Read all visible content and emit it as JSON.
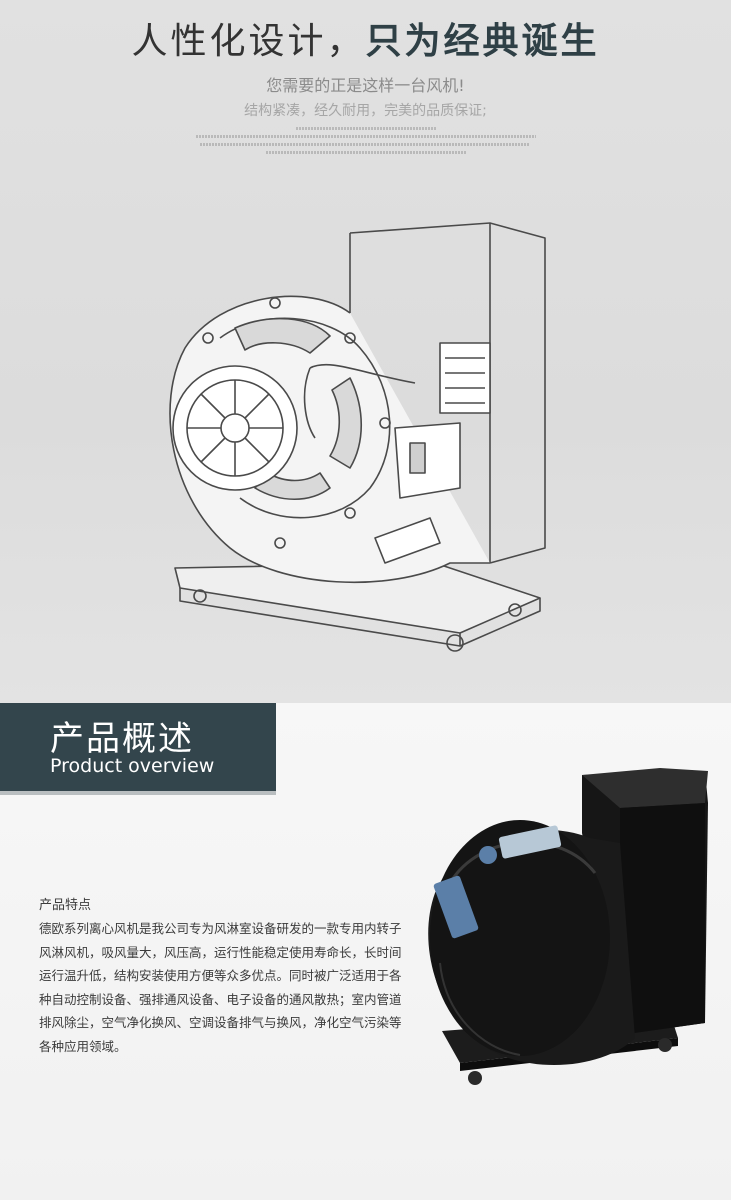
{
  "hero": {
    "headline_light": "人性化设计，",
    "headline_bold": "只为经典诞生",
    "subtitle": "您需要的正是这样一台风机!",
    "tagline": "结构紧凑，经久耐用，完美的品质保证;",
    "colors": {
      "headline_accent": "#2f4046",
      "subtitle": "#8b8b8b"
    }
  },
  "overview": {
    "title_cn": "产品概述",
    "title_en": "Product overview",
    "feature_title": "产品特点",
    "description": "德欧系列离心风机是我公司专为风淋室设备研发的一款专用内转子风淋风机，吸风量大，风压高，运行性能稳定使用寿命长，长时间运行温升低，结构安装使用方便等众多优点。同时被广泛适用于各种自动控制设备、强排通风设备、电子设备的通风散热；室内管道排风除尘，空气净化换风、空调设备排气与换风，净化空气污染等各种应用领域。",
    "colors": {
      "banner": "#33454c",
      "text": "#3b3b3b"
    }
  }
}
